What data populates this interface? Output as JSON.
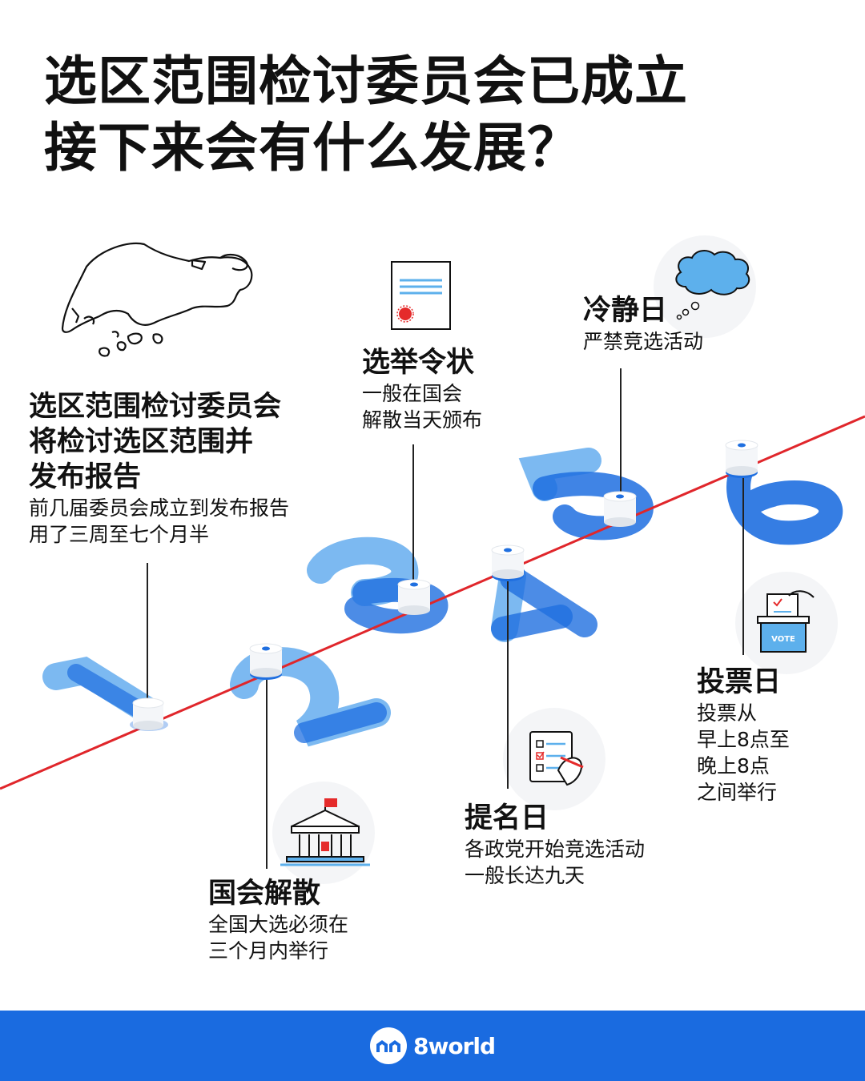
{
  "title": {
    "line1": "选区范围检讨委员会已成立",
    "line2": "接下来会有什么发展？"
  },
  "steps": [
    {
      "number": "1",
      "title_lines": [
        "选区范围检讨委员会",
        "将检讨选区范围并",
        "发布报告"
      ],
      "desc_lines": [
        "前几届委员会成立到发布报告",
        "用了三周至七个月半"
      ],
      "icon": "map-icon"
    },
    {
      "number": "2",
      "title_lines": [
        "国会解散"
      ],
      "desc_lines": [
        "全国大选必须在",
        "三个月内举行"
      ],
      "icon": "parliament-icon"
    },
    {
      "number": "3",
      "title_lines": [
        "选举令状"
      ],
      "desc_lines": [
        "一般在国会",
        "解散当天颁布"
      ],
      "icon": "writ-document-icon"
    },
    {
      "number": "4",
      "title_lines": [
        "提名日"
      ],
      "desc_lines": [
        "各政党开始竞选活动",
        "一般长达九天"
      ],
      "icon": "nomination-form-icon"
    },
    {
      "number": "5",
      "title_lines": [
        "冷静日"
      ],
      "desc_lines": [
        "严禁竞选活动"
      ],
      "icon": "thought-cloud-icon"
    },
    {
      "number": "6",
      "title_lines": [
        "投票日"
      ],
      "desc_lines": [
        "投票从",
        "早上8点至",
        "晚上8点",
        "之间举行"
      ],
      "icon": "ballot-box-icon"
    }
  ],
  "ballot_box_text": "VOTE",
  "footer": {
    "brand": "8world"
  },
  "colors": {
    "timeline_line": "#e0262b",
    "number_light": "#75b5f0",
    "number_dark": "#1f6fe0",
    "footer": "#1a6be0",
    "seal": "#e52b2b"
  }
}
